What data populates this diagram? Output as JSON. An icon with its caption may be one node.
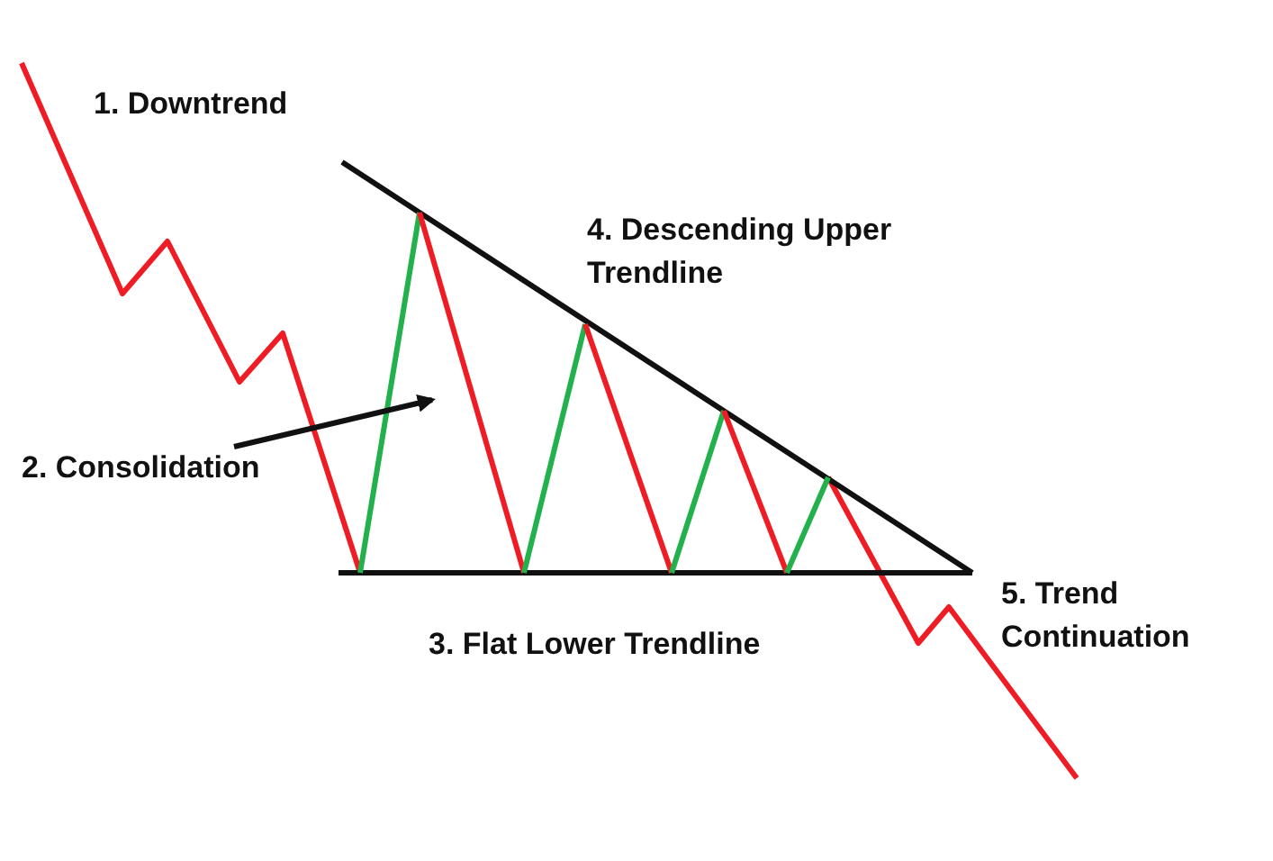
{
  "diagram": {
    "nodes": [
      {
        "text": [
          "2. Consolidation"
        ]
      },
      {
        "text": [],
        "shape": "triangle"
      }
    ],
    "edges": [
      {
        "from": 0,
        "to": 1,
        "arrow": "to"
      }
    ],
    "labels": [
      "1. Downtrend",
      "4. Descending Upper Trendline",
      "3. Flat Lower Trendline",
      "5. Trend Continuation"
    ]
  }
}
